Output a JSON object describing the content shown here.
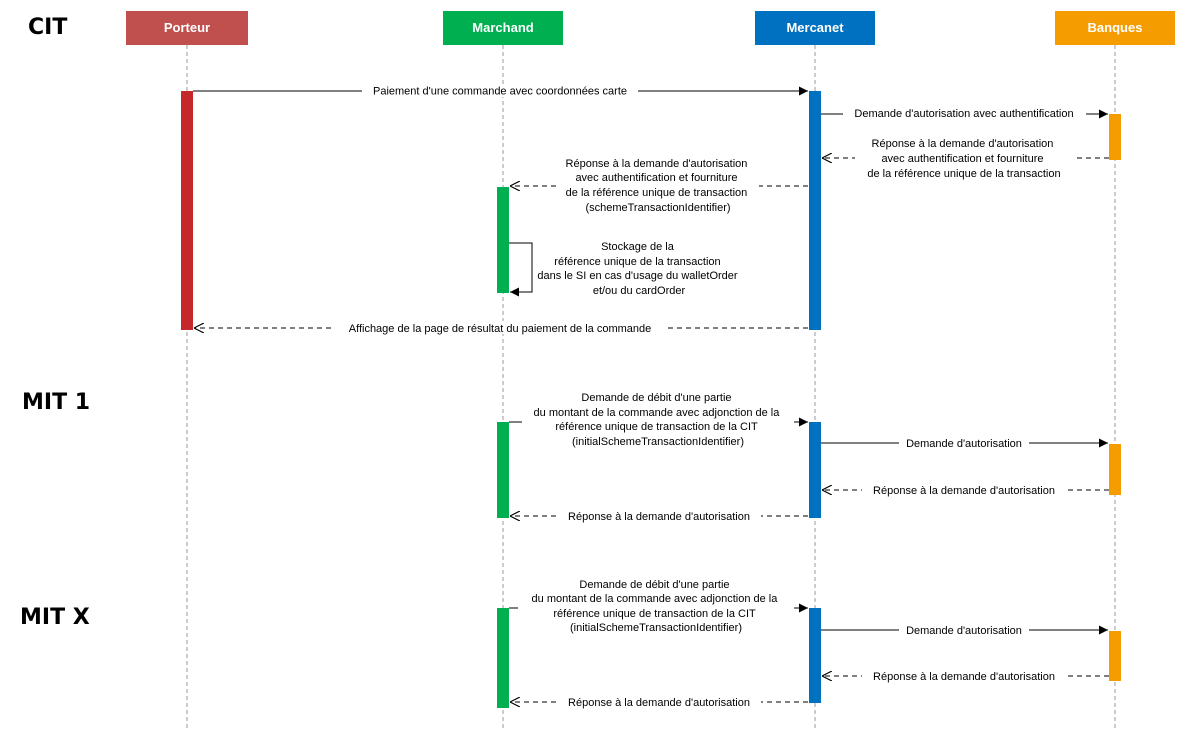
{
  "sections": [
    {
      "id": "cit",
      "label": "CIT"
    },
    {
      "id": "mit1",
      "label": "MIT 1"
    },
    {
      "id": "mitx",
      "label": "MIT X"
    }
  ],
  "actors": [
    {
      "id": "porteur",
      "label": "Porteur",
      "color": "#C0504D"
    },
    {
      "id": "marchand",
      "label": "Marchand",
      "color": "#00B050"
    },
    {
      "id": "mercanet",
      "label": "Mercanet",
      "color": "#0070C0"
    },
    {
      "id": "banques",
      "label": "Banques",
      "color": "#F59D00"
    }
  ],
  "activation_colors": {
    "porteur": "#C5282A",
    "marchand": "#00B050",
    "mercanet": "#0070C0",
    "banques": "#F59D00"
  },
  "messages": {
    "cit": [
      {
        "id": "paiement",
        "lines": [
          "Paiement d'une commande avec coordonnées carte"
        ]
      },
      {
        "id": "demande-auth-authentif",
        "lines": [
          "Demande d'autorisation avec authentification"
        ]
      },
      {
        "id": "reponse-banque",
        "lines": [
          "Réponse à la demande d'autorisation",
          "avec authentification et fourniture",
          "de la référence unique de la transaction"
        ]
      },
      {
        "id": "reponse-marchand",
        "lines": [
          "Réponse à la demande d'autorisation",
          "avec authentification et fourniture",
          "de la référence unique de transaction",
          "(schemeTransactionIdentifier)"
        ]
      },
      {
        "id": "stockage",
        "lines": [
          "Stockage de la",
          "référence unique de la transaction",
          "dans le SI en cas d'usage du walletOrder",
          "et/ou du cardOrder"
        ]
      },
      {
        "id": "affichage",
        "lines": [
          "Affichage de la page de résultat du paiement de la commande"
        ]
      }
    ],
    "mit1": [
      {
        "id": "demande-debit",
        "lines": [
          "Demande de débit d'une partie",
          "du montant de la commande avec adjonction de la",
          "référence unique de transaction de la CIT",
          "(initialSchemeTransactionIdentifier)"
        ]
      },
      {
        "id": "demande-auth",
        "lines": [
          "Demande d'autorisation"
        ]
      },
      {
        "id": "reponse-banque",
        "lines": [
          "Réponse à la demande d'autorisation"
        ]
      },
      {
        "id": "reponse-marchand",
        "lines": [
          "Réponse à la demande d'autorisation"
        ]
      }
    ],
    "mitx": [
      {
        "id": "demande-debit",
        "lines": [
          "Demande de débit d'une partie",
          "du montant de la commande avec adjonction de la",
          "référence unique de transaction de la CIT",
          "(initialSchemeTransactionIdentifier)"
        ]
      },
      {
        "id": "demande-auth",
        "lines": [
          "Demande d'autorisation"
        ]
      },
      {
        "id": "reponse-banque",
        "lines": [
          "Réponse à la demande d'autorisation"
        ]
      },
      {
        "id": "reponse-marchand",
        "lines": [
          "Réponse à la demande d'autorisation"
        ]
      }
    ]
  }
}
